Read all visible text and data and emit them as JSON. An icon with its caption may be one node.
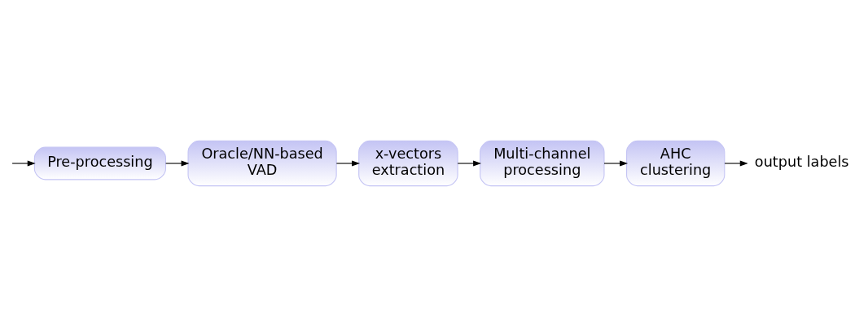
{
  "diagram": {
    "nodes": [
      {
        "text": [
          "Pre-processing"
        ]
      },
      {
        "text": [
          "Oracle/NN-based VAD"
        ]
      },
      {
        "text": [
          "x-vectors extraction"
        ]
      },
      {
        "text": [
          "Multi-channel processing"
        ]
      },
      {
        "text": [
          "AHC clustering"
        ]
      },
      {
        "text": [
          "output labels"
        ]
      }
    ],
    "edges": [
      {
        "from": null,
        "to": 0,
        "arrow": "to"
      },
      {
        "from": 0,
        "to": 1,
        "arrow": "to"
      },
      {
        "from": 1,
        "to": 2,
        "arrow": "to"
      },
      {
        "from": 2,
        "to": 3,
        "arrow": "to"
      },
      {
        "from": 3,
        "to": 4,
        "arrow": "to"
      },
      {
        "from": 4,
        "to": 5,
        "arrow": "to"
      }
    ]
  }
}
